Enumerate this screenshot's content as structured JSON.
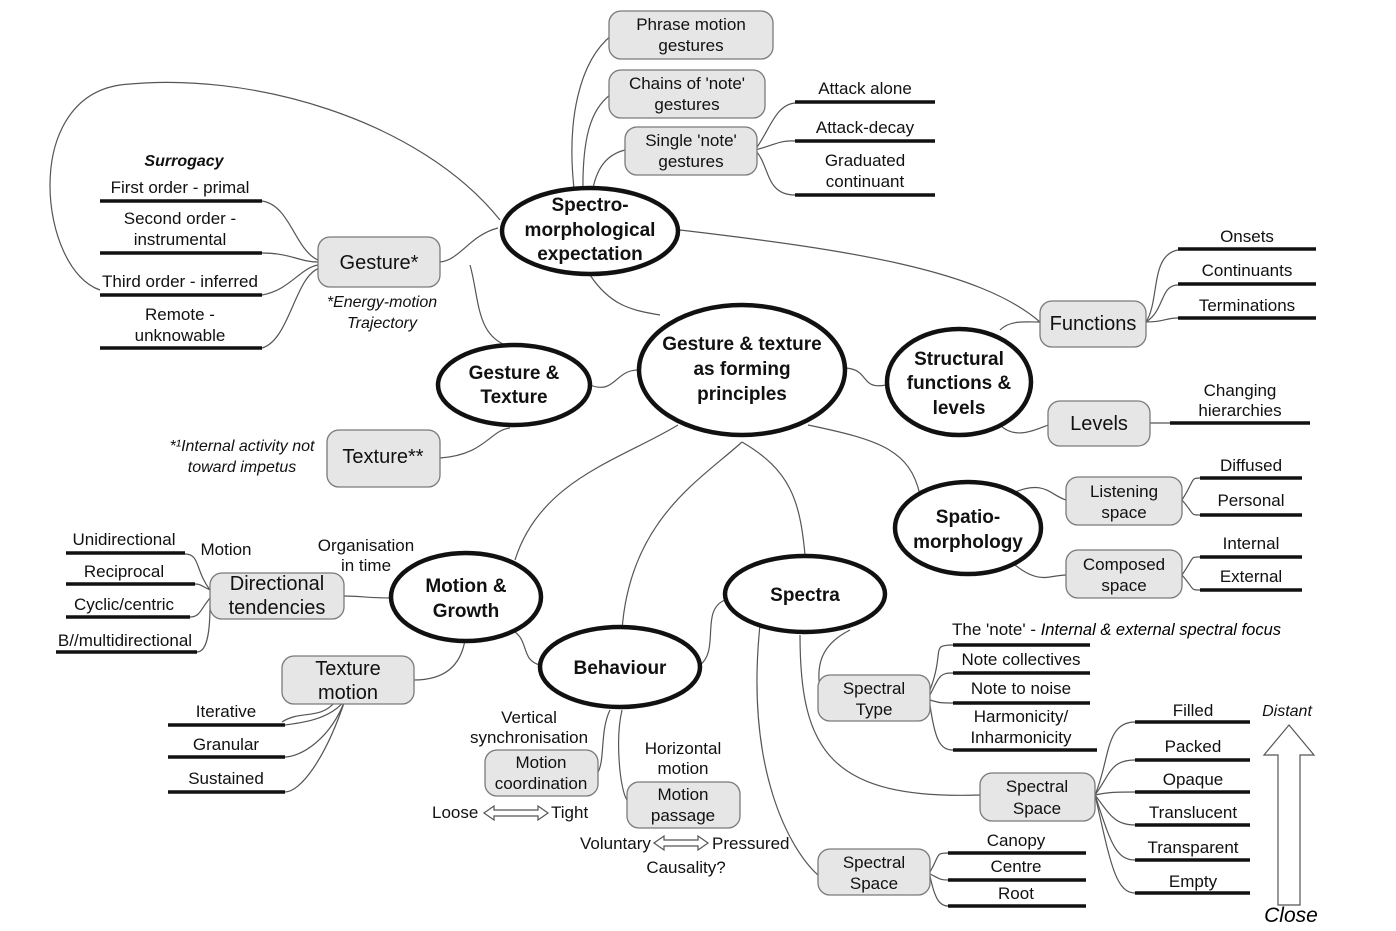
{
  "nodes": {
    "center": [
      "Gesture & texture",
      "as forming",
      "principles"
    ],
    "spectro_expectation": [
      "Spectro-",
      "morphological",
      "expectation"
    ],
    "gesture_texture": [
      "Gesture &",
      "Texture"
    ],
    "structural": [
      "Structural",
      "functions &",
      "levels"
    ],
    "spatio": [
      "Spatio-",
      "morphology"
    ],
    "spectra": "Spectra",
    "behaviour": "Behaviour",
    "motion_growth": [
      "Motion &",
      "Growth"
    ]
  },
  "boxes": {
    "phrase_motion": [
      "Phrase motion",
      "gestures"
    ],
    "chains_note": [
      "Chains of 'note'",
      "gestures"
    ],
    "single_note": [
      "Single 'note'",
      "gestures"
    ],
    "gesture": "Gesture*",
    "texture": "Texture**",
    "functions": "Functions",
    "levels": "Levels",
    "listening_space": [
      "Listening",
      "space"
    ],
    "composed_space": [
      "Composed",
      "space"
    ],
    "directional": [
      "Directional",
      "tendencies"
    ],
    "texture_motion": [
      "Texture",
      "motion"
    ],
    "motion_coordination": [
      "Motion",
      "coordination"
    ],
    "motion_passage": [
      "Motion",
      "passage"
    ],
    "spectral_type": [
      "Spectral",
      "Type"
    ],
    "spectral_space_1": [
      "Spectral",
      "Space"
    ],
    "spectral_space_2": [
      "Spectral",
      "Space"
    ]
  },
  "leaves": {
    "attack_alone": "Attack alone",
    "attack_decay": "Attack-decay",
    "graduated": [
      "Graduated",
      "continuant"
    ],
    "surrogacy_title": "Surrogacy",
    "first_order": "First order - primal",
    "second_order": [
      "Second order -",
      "instrumental"
    ],
    "third_order": "Third order - inferred",
    "remote": [
      "Remote -",
      "unknowable"
    ],
    "onsets": "Onsets",
    "continuants": "Continuants",
    "terminations": "Terminations",
    "changing": [
      "Changing",
      "hierarchies"
    ],
    "diffused": "Diffused",
    "personal": "Personal",
    "internal": "Internal",
    "external": "External",
    "unidirectional": "Unidirectional",
    "reciprocal": "Reciprocal",
    "cyclic": "Cyclic/centric",
    "bimulti": "B//multidirectional",
    "iterative": "Iterative",
    "granular": "Granular",
    "sustained": "Sustained",
    "note_collectives": "Note collectives",
    "note_to_noise": "Note to noise",
    "harmonicity": [
      "Harmonicity/",
      "Inharmonicity"
    ],
    "filled": "Filled",
    "packed": "Packed",
    "opaque": "Opaque",
    "translucent": "Translucent",
    "transparent": "Transparent",
    "empty": "Empty",
    "canopy": "Canopy",
    "centre": "Centre",
    "root": "Root"
  },
  "annotations": {
    "energy_motion": [
      "*Energy-motion",
      "Trajectory"
    ],
    "internal_activity": [
      "*¹Internal activity not",
      "toward impetus"
    ],
    "motion_label": "Motion",
    "organisation": [
      "Organisation",
      "in time"
    ],
    "vertical_sync": [
      "Vertical",
      "synchronisation"
    ],
    "horizontal_motion": [
      "Horizontal",
      "motion"
    ],
    "loose": "Loose",
    "tight": "Tight",
    "voluntary": "Voluntary",
    "pressured": "Pressured",
    "causality": "Causality?",
    "note_focus_plain": "The 'note' - ",
    "note_focus_italic": "Internal & external spectral focus",
    "distant": "Distant",
    "close": "Close"
  },
  "colors": {
    "box_fill": "#e6e6e6",
    "box_stroke": "#7a7a7a",
    "line": "#555555",
    "ink": "#111111"
  }
}
